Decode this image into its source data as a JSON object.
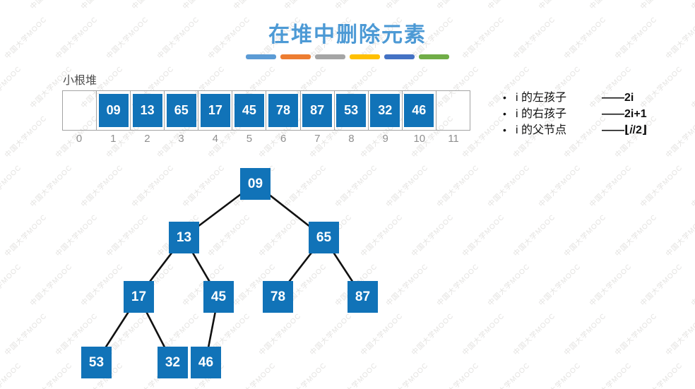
{
  "slide": {
    "title": "在堆中删除元素",
    "underline_colors": [
      "#5B9BD5",
      "#ED7D31",
      "#A5A5A5",
      "#FFC000",
      "#4472C4",
      "#70AD47"
    ]
  },
  "watermark": {
    "text": "中国大学MOOC"
  },
  "heap_array": {
    "label": "小根堆",
    "values": [
      "09",
      "13",
      "65",
      "17",
      "45",
      "78",
      "87",
      "53",
      "32",
      "46"
    ],
    "indices": [
      "0",
      "1",
      "2",
      "3",
      "4",
      "5",
      "6",
      "7",
      "8",
      "9",
      "10",
      "11"
    ]
  },
  "notes": {
    "bullets": [
      {
        "marker": "•",
        "label": "i 的左孩子",
        "value": "——2i"
      },
      {
        "marker": "•",
        "label": "i 的右孩子",
        "value": "——2i+1"
      },
      {
        "marker": "•",
        "label": "i 的父节点",
        "value": "——⌊𝑖/2⌋"
      }
    ]
  },
  "tree": {
    "values": [
      "09",
      "13",
      "65",
      "17",
      "45",
      "78",
      "87",
      "53",
      "32",
      "46"
    ]
  },
  "colors": {
    "node_blue": "#1173b8",
    "title_blue": "#4d9ad5",
    "edge_black": "#111111"
  }
}
